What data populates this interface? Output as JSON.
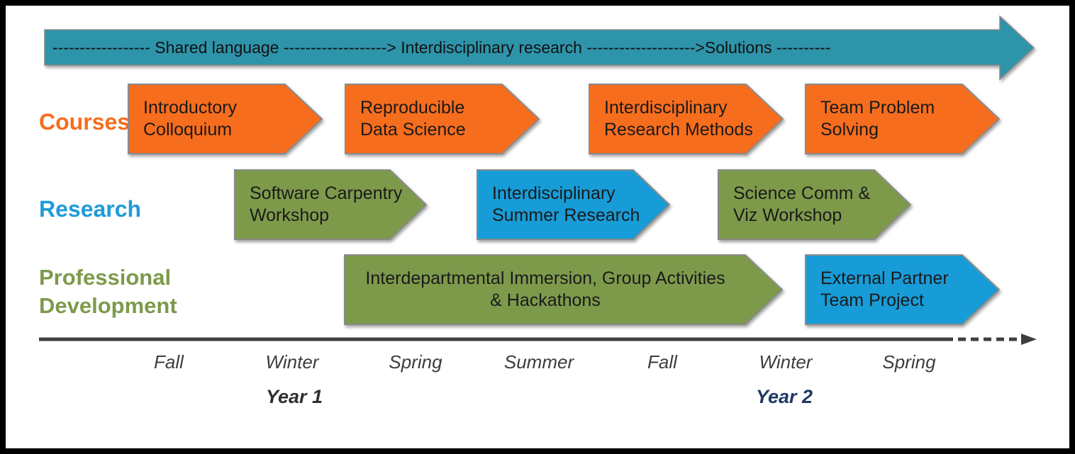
{
  "banner": {
    "text": "------------------ Shared language -------------------> Interdisciplinary research -------------------->Solutions ----------"
  },
  "rows": [
    {
      "label": "Courses",
      "items": [
        {
          "text": "Introductory\nColloquium",
          "color": "#F76D1E"
        },
        {
          "text": "Reproducible\nData Science",
          "color": "#F76D1E"
        },
        {
          "text": "Interdisciplinary\nResearch Methods",
          "color": "#F76D1E"
        },
        {
          "text": "Team Problem\nSolving",
          "color": "#F76D1E"
        }
      ]
    },
    {
      "label": "Research",
      "items": [
        {
          "text": "Software Carpentry\nWorkshop",
          "color": "#7D9A4B"
        },
        {
          "text": "Interdisciplinary\nSummer Research",
          "color": "#189CD8"
        },
        {
          "text": "Science Comm &\nViz Workshop",
          "color": "#7D9A4B"
        }
      ]
    },
    {
      "label": "Professional\nDevelopment",
      "items": [
        {
          "text": "Interdepartmental Immersion, Group Activities\n& Hackathons",
          "color": "#7D9A4B"
        },
        {
          "text": "External Partner\nTeam Project",
          "color": "#189CD8"
        }
      ]
    }
  ],
  "timeline": {
    "seasons": [
      "Fall",
      "Winter",
      "Spring",
      "Summer",
      "Fall",
      "Winter",
      "Spring"
    ],
    "year_labels": [
      "Year 1",
      "Year 2"
    ]
  },
  "colors": {
    "banner_teal": "#2E94A9",
    "courses_orange": "#F76D1E",
    "research_blue": "#189CD8",
    "profdev_olive": "#7D9A4B",
    "year2_navy": "#1F3864",
    "axis_gray": "#3F3F3F"
  }
}
